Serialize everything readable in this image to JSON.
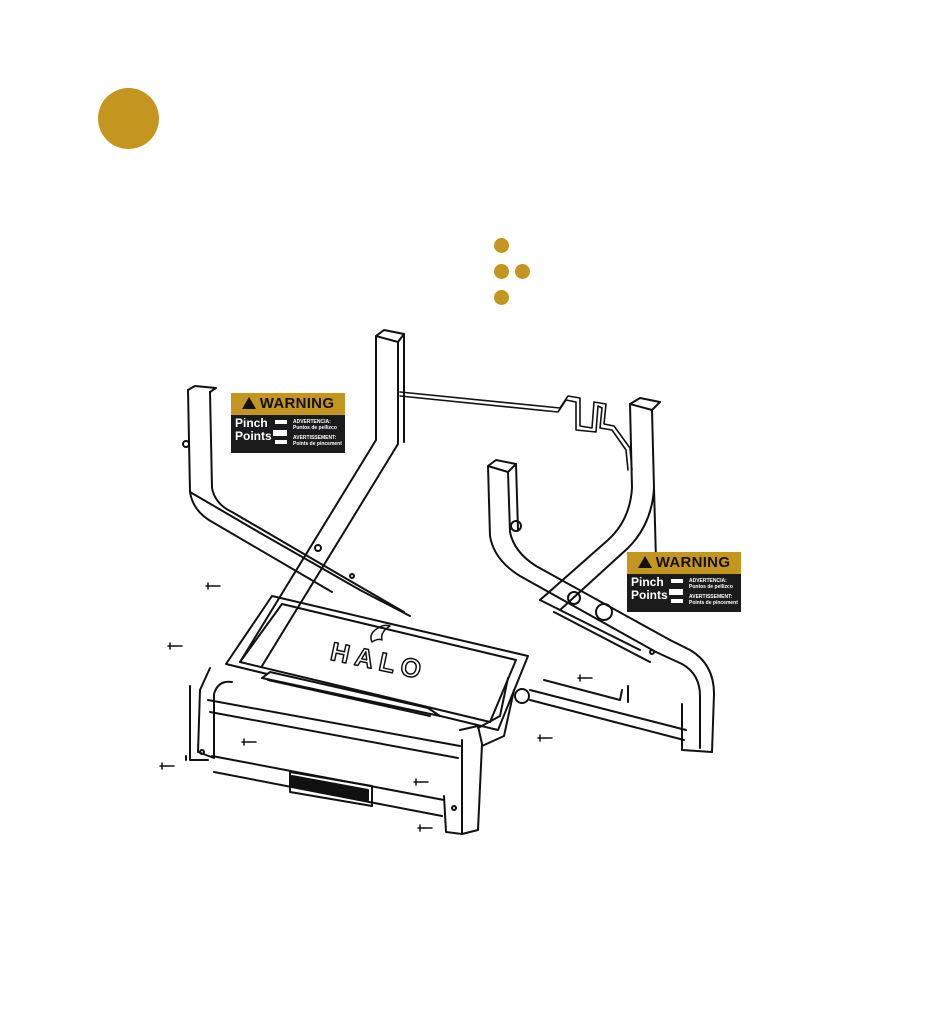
{
  "colors": {
    "accent": "#c4951f",
    "line": "#111111"
  },
  "warning_labels": [
    {
      "header": "WARNING",
      "title_line1": "Pinch",
      "title_line2": "Points",
      "es_heading": "ADVERTENCIA:",
      "es_text": "Puntos de pellizco",
      "fr_heading": "AVERTISSEMENT:",
      "fr_text": "Points de pincement"
    },
    {
      "header": "WARNING",
      "title_line1": "Pinch",
      "title_line2": "Points",
      "es_heading": "ADVERTENCIA:",
      "es_text": "Puntos de pellizco",
      "fr_heading": "AVERTISSEMENT:",
      "fr_text": "Points de pincement"
    }
  ],
  "brand_logo_text": "HALO"
}
